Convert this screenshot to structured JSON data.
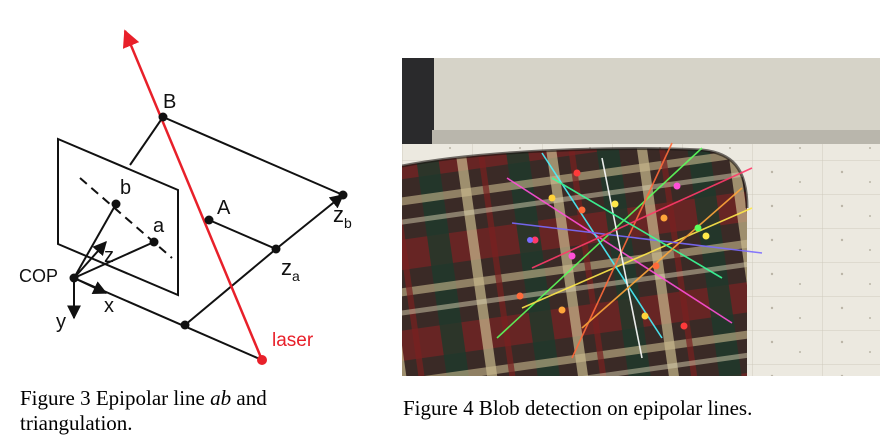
{
  "figure3": {
    "labels": {
      "B": "B",
      "A": "A",
      "a": "a",
      "b": "b",
      "COP": "COP",
      "x": "x",
      "y": "y",
      "z": "z",
      "zb_main": "z",
      "zb_sub": "b",
      "za_main": "z",
      "za_sub": "a",
      "laser": "laser"
    },
    "caption": {
      "prefix": "Figure 3 Epipolar line ",
      "italic": "ab",
      "suffix": " and triangulation."
    },
    "colors": {
      "laser": "#e8202a",
      "lines": "#111111"
    }
  },
  "figure4": {
    "caption": "Figure 4 Blob detection on epipolar lines."
  }
}
